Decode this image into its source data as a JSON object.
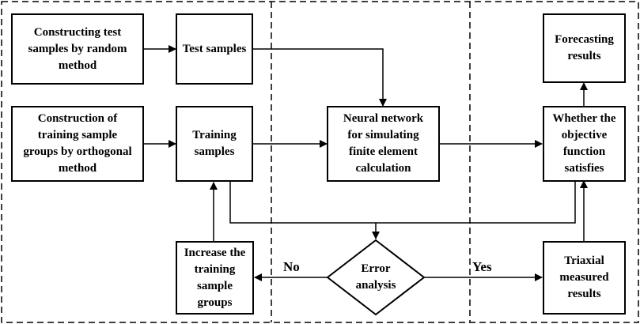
{
  "nodes": {
    "construct_test": "Constructing test\nsamples by random\nmethod",
    "test_samples": "Test samples",
    "forecasting": "Forecasting\nresults",
    "construct_training": "Construction of\ntraining sample\ngroups by orthogonal\nmethod",
    "training_samples": "Training\nsamples",
    "neural_network": "Neural network\nfor simulating\nfinite element\ncalculation",
    "objective": "Whether the\nobjective\nfunction\nsatisfies",
    "increase_groups": "Increase the\ntraining\nsample\ngroups",
    "error_analysis": "Error\nanalysis",
    "triaxial": "Triaxial\nmeasured\nresults"
  },
  "edge_labels": {
    "no": "No",
    "yes": "Yes"
  },
  "colors": {
    "stroke": "#000000",
    "background": "#ffffff"
  }
}
